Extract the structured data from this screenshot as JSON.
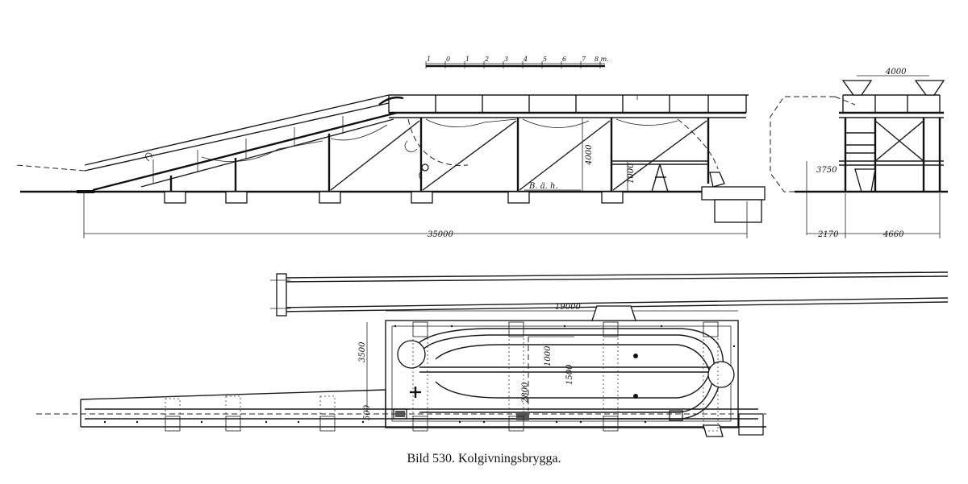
{
  "caption": "Bild 530.  Kolgivningsbrygga.",
  "scale_bar": {
    "ticks": [
      "1",
      "0",
      "1",
      "2",
      "3",
      "4",
      "5",
      "6",
      "7",
      "8 m."
    ]
  },
  "dimensions": {
    "overall_length": "35000",
    "height": "4000",
    "lower_height": "1000",
    "level_label": "B. ä. h.",
    "end_top_width": "4000",
    "end_height": "3750",
    "end_left_width": "2170",
    "end_right_width": "4660",
    "plan_length": "19000",
    "plan_width": "3500",
    "plan_inner_1": "1000",
    "plan_inner_2": "1500",
    "plan_inner_3": "2800",
    "plan_small": "500"
  }
}
